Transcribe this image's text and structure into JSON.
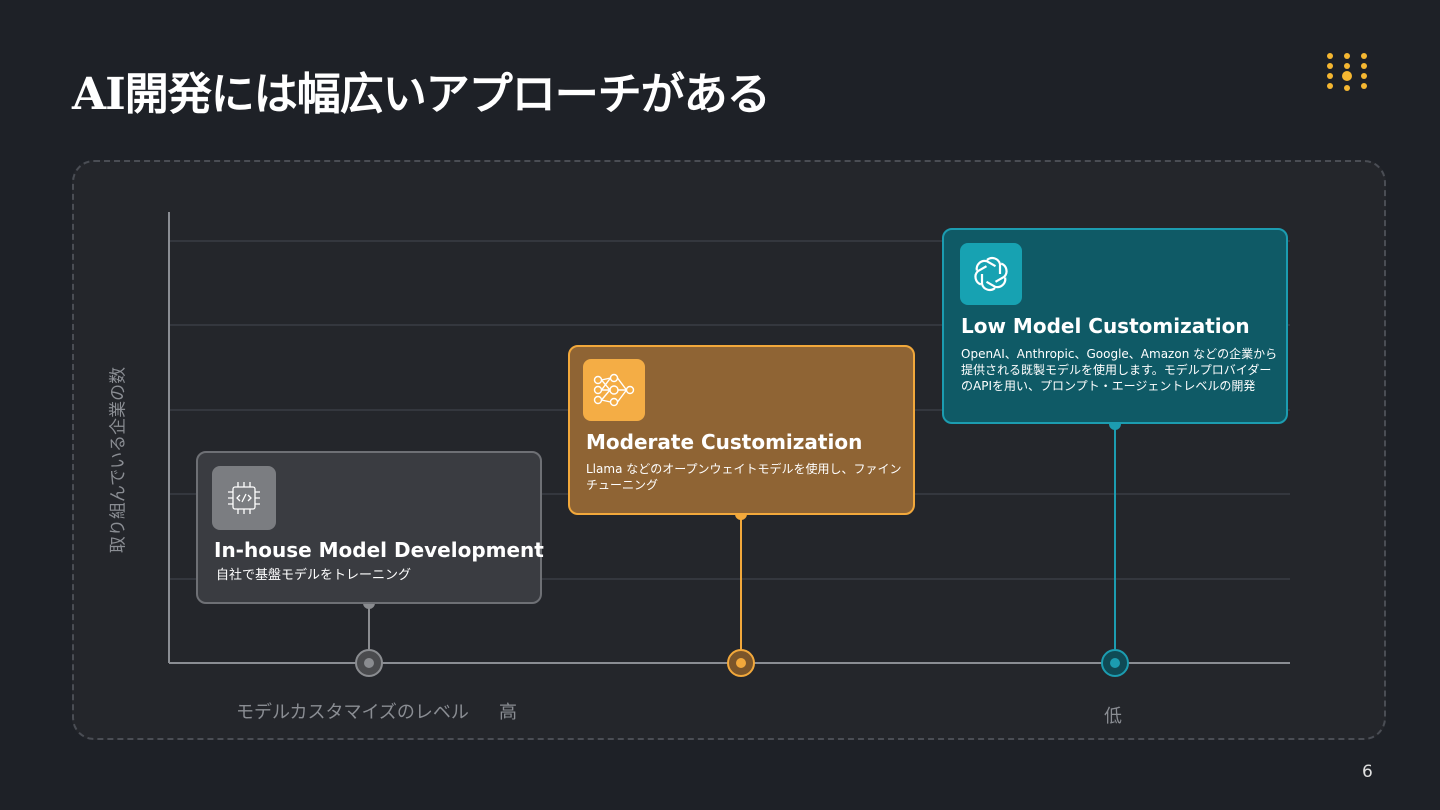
{
  "slide": {
    "title": "AI開発には幅広いアプローチがある",
    "page_number": "6"
  },
  "axes": {
    "y_label": "取り組んでいる企業の数",
    "x_label": "モデルカスタマイズのレベル",
    "x_high": "高",
    "x_low": "低"
  },
  "cards": [
    {
      "title": "In-house Model Development",
      "description": "自社で基盤モデルをトレーニング",
      "icon": "chip-code-icon",
      "color": "#7b7d81"
    },
    {
      "title": "Moderate Customization",
      "description": " Llama などのオープンウェイトモデルを使用し、ファインチューニング",
      "icon": "neural-network-icon",
      "color": "#f4ad45"
    },
    {
      "title": "Low Model Customization",
      "description": "OpenAI、Anthropic、Google、Amazon などの企業から提供される既製モデルを使用します。モデルプロバイダーのAPIを用い、プロンプト・エージェントレベルの開発",
      "icon": "openai-logo-icon",
      "color": "#17a2b2"
    }
  ],
  "colors": {
    "background": "#1e2127",
    "accent_gray": "#8a8c90",
    "accent_orange": "#f2a83b",
    "accent_teal": "#1c9cb0",
    "logo_yellow": "#f5b731"
  }
}
